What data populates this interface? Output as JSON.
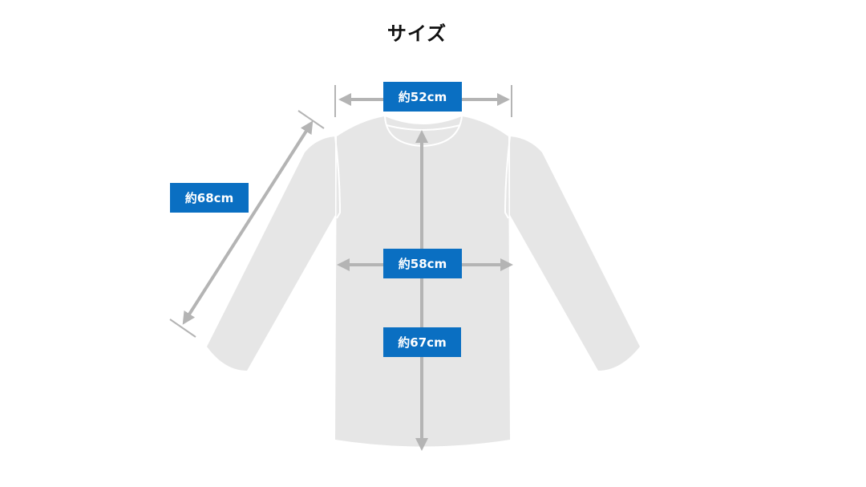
{
  "title": "サイズ",
  "colors": {
    "label_bg": "#0a6fc2",
    "label_text": "#ffffff",
    "garment_fill": "#e6e6e6",
    "arrow": "#b4b4b4",
    "title": "#111111"
  },
  "measurements": {
    "shoulder_width": "約52cm",
    "sleeve_length": "約68cm",
    "body_width": "約58cm",
    "body_length": "約67cm"
  }
}
